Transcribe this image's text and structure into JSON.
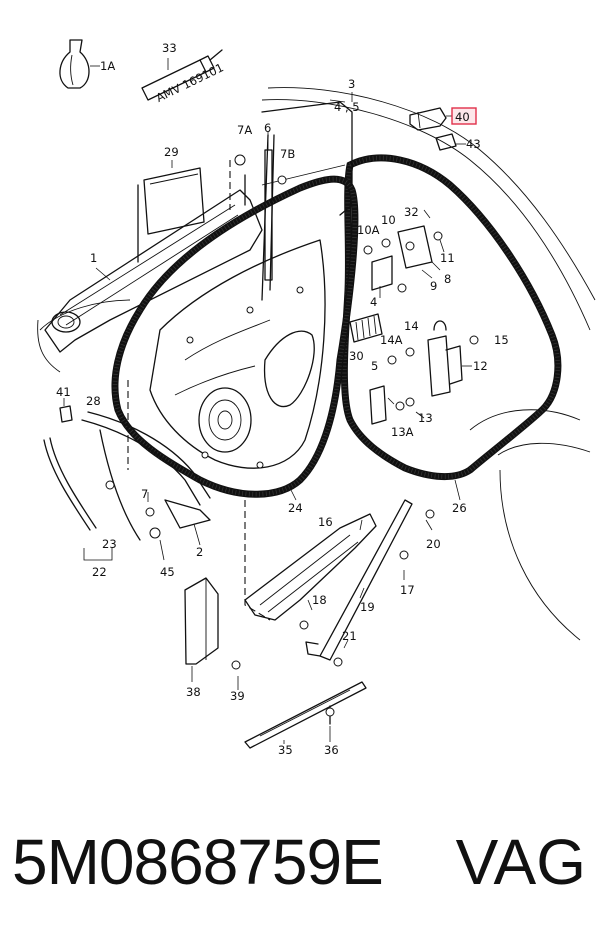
{
  "callouts": {
    "c1A": "1A",
    "c33": "33",
    "c3": "3",
    "c45": "4 , 5",
    "c40": "40",
    "c43": "43",
    "c7A": "7A",
    "c6": "6",
    "c7B": "7B",
    "c29": "29",
    "c32": "32",
    "c10": "10",
    "c10A": "10A",
    "c11": "11",
    "c8": "8",
    "c9": "9",
    "c4": "4",
    "c1": "1",
    "c30": "30",
    "c14": "14",
    "c14A": "14A",
    "c15": "15",
    "c12": "12",
    "c5": "5",
    "c13": "13",
    "c13A": "13A",
    "c41": "41",
    "c28": "28",
    "c26": "26",
    "c7": "7",
    "c24": "24",
    "c16": "16",
    "c20": "20",
    "c23": "23",
    "c2": "2",
    "c22": "22",
    "c45b": "45",
    "c18": "18",
    "c19": "19",
    "c17": "17",
    "c21": "21",
    "c38": "38",
    "c39": "39",
    "c35": "35",
    "c36": "36"
  },
  "tube_text": "AMV 169101",
  "highlight_color": "#e0304a",
  "footer": {
    "part_number": "5M0868759E",
    "brand": "VAG"
  }
}
